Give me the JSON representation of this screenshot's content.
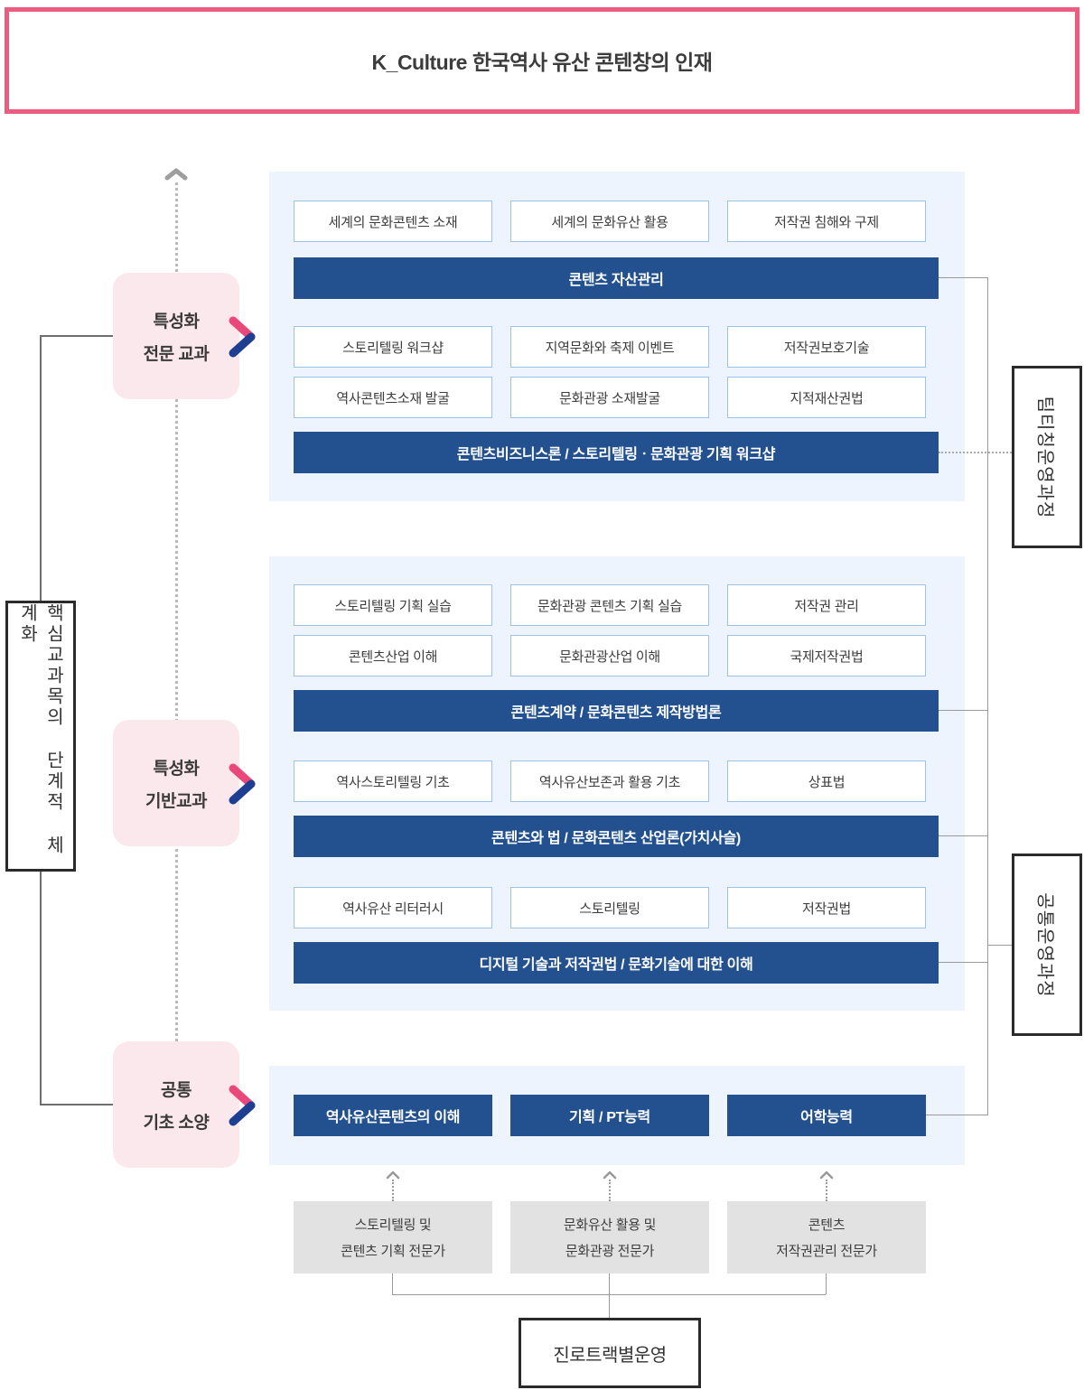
{
  "header": {
    "title": "K_Culture 한국역사 유산 콘텐창의 인재"
  },
  "left_rail": {
    "core_axis_label": "핵심교과목의 단계적 체계화"
  },
  "stages": [
    {
      "line1": "특성화",
      "line2": "전문 교과"
    },
    {
      "line1": "특성화",
      "line2": "기반교과"
    },
    {
      "line1": "공통",
      "line2": "기초 소양"
    }
  ],
  "right_rail": {
    "team_teaching": "팀티칭운영과정",
    "common_operation": "공통운영과정"
  },
  "specialized_advanced": {
    "courses_row1": [
      "세계의 문화콘텐츠 소재",
      "세계의 문화유산 활용",
      "저작권 침해와 구제"
    ],
    "bar1": "콘텐츠 자산관리",
    "courses_row2": [
      "스토리텔링 워크샵",
      "지역문화와 축제 이벤트",
      "저작권보호기술"
    ],
    "courses_row3": [
      "역사콘텐츠소재 발굴",
      "문화관광 소재발굴",
      "지적재산권법"
    ],
    "bar2": "콘텐츠비즈니스론 / 스토리텔링ㆍ문화관광 기획 워크샵"
  },
  "specialized_foundation": {
    "courses_row1": [
      "스토리텔링 기획 실습",
      "문화관광 콘텐츠 기획 실습",
      "저작권 관리"
    ],
    "courses_row2": [
      "콘텐츠산업 이해",
      "문화관광산업 이해",
      "국제저작권법"
    ],
    "bar1": "콘텐츠계약 / 문화콘텐츠 제작방법론",
    "courses_row3": [
      "역사스토리텔링 기초",
      "역사유산보존과 활용 기초",
      "상표법"
    ],
    "bar2": "콘텐츠와 법 / 문화콘텐츠 산업론(가치사슬)",
    "courses_row4": [
      "역사유산 리터러시",
      "스토리텔링",
      "저작권법"
    ],
    "bar3": "디지털 기술과 저작권법 / 문화기술에 대한 이해"
  },
  "common_basic": {
    "bars": [
      "역사유산콘텐츠의 이해",
      "기획 / PT능력",
      "어학능력"
    ]
  },
  "careers": {
    "tracks": [
      {
        "line1": "스토리텔링 및",
        "line2": "콘텐츠 기획 전문가"
      },
      {
        "line1": "문화유산 활용 및",
        "line2": "문화관광 전문가"
      },
      {
        "line1": "콘텐츠",
        "line2": "저작권관리 전문가"
      }
    ],
    "operation": "진로트랙별운영"
  },
  "colors": {
    "accent_pink_border": "#eb5c7e",
    "stage_pink_bg": "#fbe8ec",
    "bar_blue": "#23518f",
    "panel_blue_bg": "#edf4fd",
    "course_border_blue": "#9cc2e5",
    "career_gray_bg": "#e2e2e2",
    "chevron_pink": "#e9487a",
    "chevron_navy": "#1e3e92",
    "line_gray": "#999999"
  }
}
